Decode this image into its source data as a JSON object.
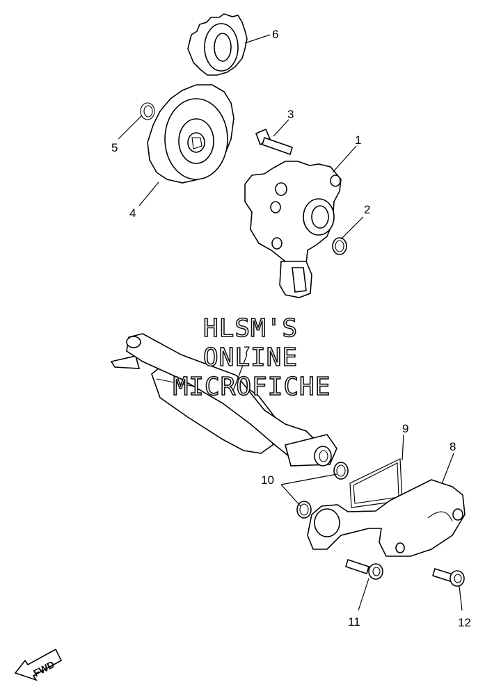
{
  "callouts": {
    "c1": "1",
    "c2": "2",
    "c3": "3",
    "c4": "4",
    "c5": "5",
    "c6": "6",
    "c7": "7",
    "c8": "8",
    "c9": "9",
    "c10": "10",
    "c11": "11",
    "c12": "12"
  },
  "watermark": {
    "line1": "HLSM'S",
    "line2": "ONLINE",
    "line3": "MICROFICHE"
  },
  "direction_label": "FWD"
}
